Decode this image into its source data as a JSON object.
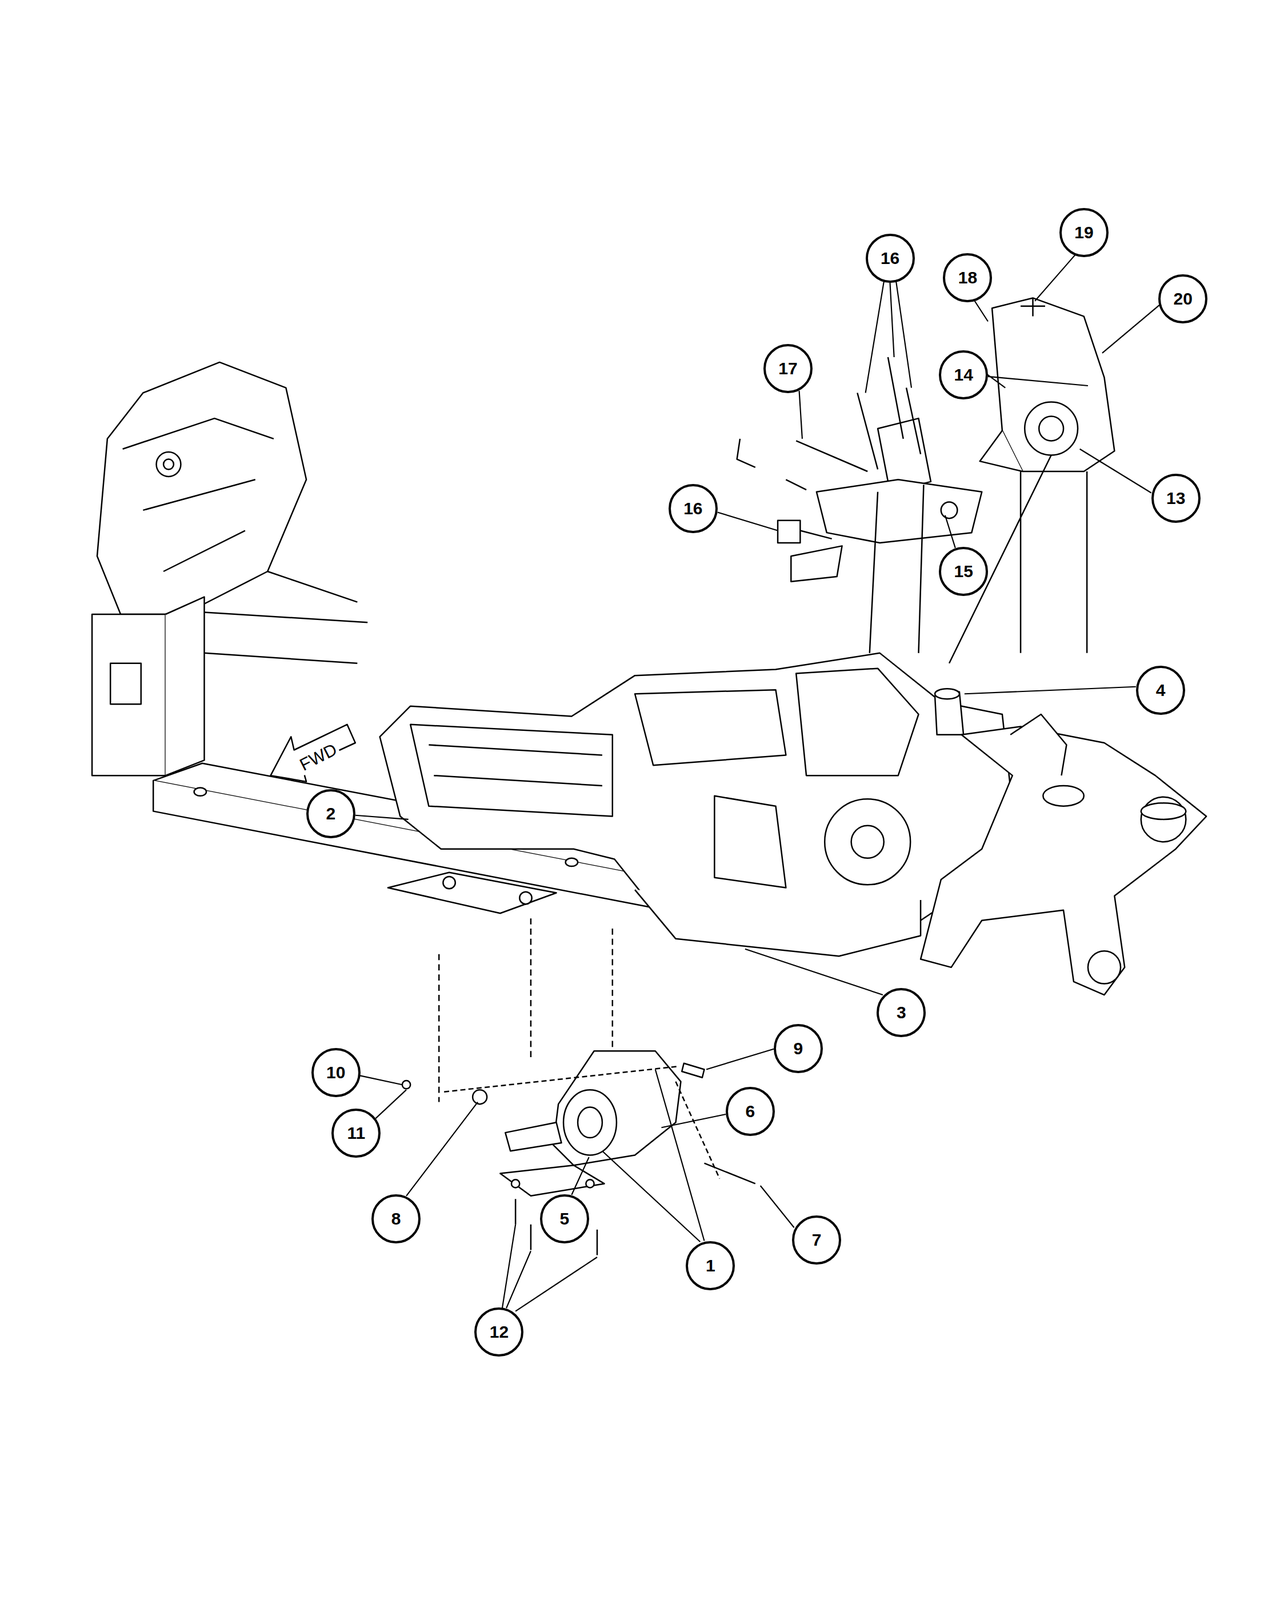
{
  "diagram": {
    "labels": [
      "16",
      "19",
      "18",
      "20",
      "14",
      "17",
      "13",
      "16",
      "15",
      "4",
      "FWD",
      "2",
      "3",
      "10",
      "9",
      "6",
      "11",
      "8",
      "5",
      "1",
      "7",
      "12"
    ]
  }
}
